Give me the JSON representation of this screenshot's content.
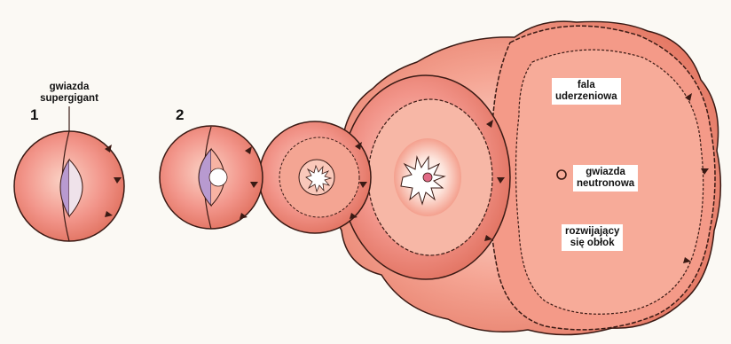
{
  "labels": {
    "supergiant_line1": "gwiazda",
    "supergiant_line2": "supergigant",
    "shock_wave_line1": "fala",
    "shock_wave_line2": "uderzeniowa",
    "neutron_star_line1": "gwiazda",
    "neutron_star_line2": "neutronowa",
    "expanding_cloud_line1": "rozwijający",
    "expanding_cloud_line2": "się obłok"
  },
  "stage_numbers": {
    "stage1": "1",
    "stage2": "2"
  },
  "colors": {
    "star_fill": "#f08a78",
    "star_light": "#f8c0b0",
    "core_purple": "#b89ad0",
    "outline": "#3a1a14",
    "cloud_fill": "#f29886"
  }
}
